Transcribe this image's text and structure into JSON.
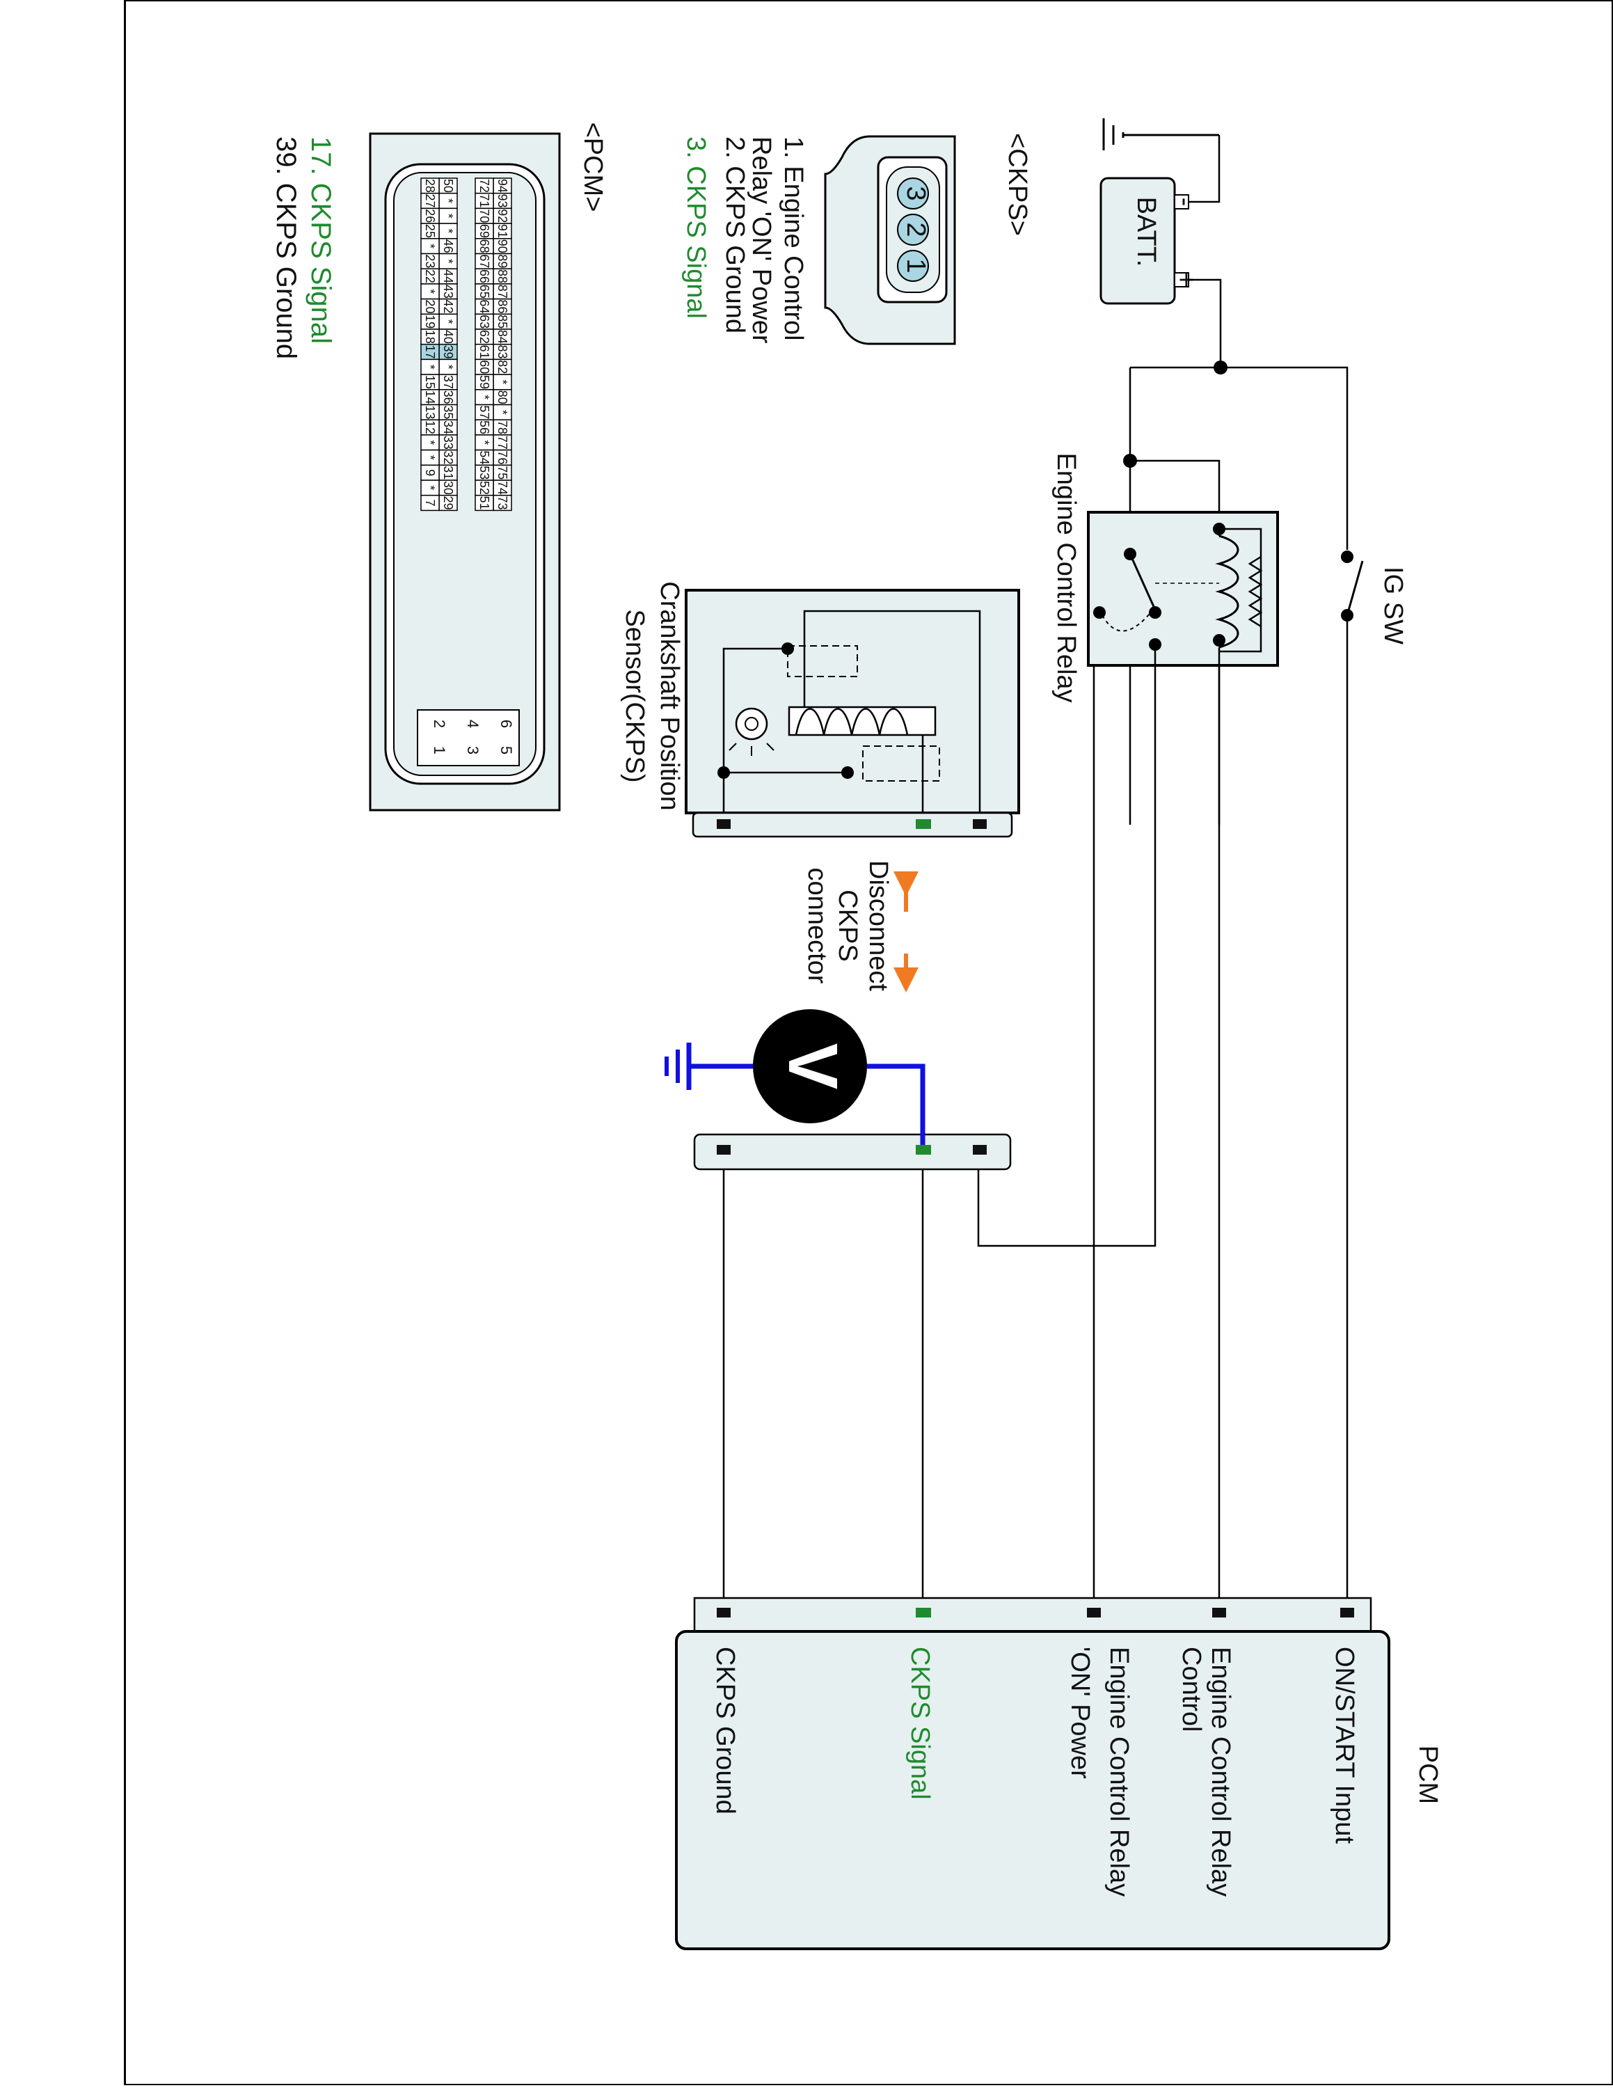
{
  "diagram": {
    "battery": {
      "label": "BATT.",
      "neg": "-",
      "pos": "+"
    },
    "ig_switch": "IG SW",
    "relay": "Engine Control Relay",
    "sensor": {
      "line1": "Crankshaft Position",
      "line2": "Sensor(CKPS)"
    },
    "disconnect": {
      "line1": "Disconnect",
      "line2": "CKPS",
      "line3": "connector"
    },
    "voltmeter": "V",
    "pcm": {
      "title": "PCM",
      "pins": [
        {
          "line1": "ON/START Input",
          "line2": ""
        },
        {
          "line1": "Engine Control Relay",
          "line2": "Control"
        },
        {
          "line1": "Engine Control Relay",
          "line2": "'ON' Power"
        },
        {
          "line1": "CKPS Signal",
          "line2": ""
        },
        {
          "line1": "CKPS Ground",
          "line2": ""
        }
      ]
    }
  },
  "ckps_connector": {
    "title": "<CKPS>",
    "pin_numbers": [
      "3",
      "2",
      "1"
    ],
    "legend": [
      {
        "line1": "1. Engine Control",
        "line2": "Relay 'ON' Power"
      },
      {
        "line1": "2. CKPS Ground",
        "line2": ""
      },
      {
        "line1": "3. CKPS Signal",
        "line2": ""
      }
    ]
  },
  "pcm_connector": {
    "title": "<PCM>",
    "row1": [
      "94",
      "93",
      "92",
      "91",
      "90",
      "89",
      "88",
      "87",
      "86",
      "85",
      "84",
      "83",
      "82",
      "*",
      "80",
      "*",
      "78",
      "77",
      "76",
      "75",
      "74",
      "73"
    ],
    "row2": [
      "72",
      "71",
      "70",
      "69",
      "68",
      "67",
      "66",
      "65",
      "64",
      "63",
      "62",
      "61",
      "60",
      "59",
      "*",
      "57",
      "56",
      "*",
      "54",
      "53",
      "52",
      "51"
    ],
    "row3": [
      "50",
      "*",
      "*",
      "*",
      "46",
      "*",
      "44",
      "43",
      "42",
      "*",
      "40",
      "39",
      "*",
      "37",
      "36",
      "35",
      "34",
      "33",
      "32",
      "31",
      "30",
      "29"
    ],
    "row4": [
      "28",
      "27",
      "26",
      "25",
      "*",
      "23",
      "22",
      "*",
      "20",
      "19",
      "18",
      "17",
      "*",
      "15",
      "14",
      "13",
      "12",
      "*",
      "*",
      "9",
      "*",
      "7"
    ],
    "small_pins": [
      "6",
      "5",
      "4",
      "3",
      "2",
      "1"
    ],
    "legend": [
      "17. CKPS Signal",
      "39. CKPS Ground"
    ]
  },
  "colors": {
    "highlight_text": "#1f8a2e",
    "arrow": "#f07a22",
    "meter_wire": "#1010e0",
    "pin_highlight": "#a9d6e2"
  }
}
